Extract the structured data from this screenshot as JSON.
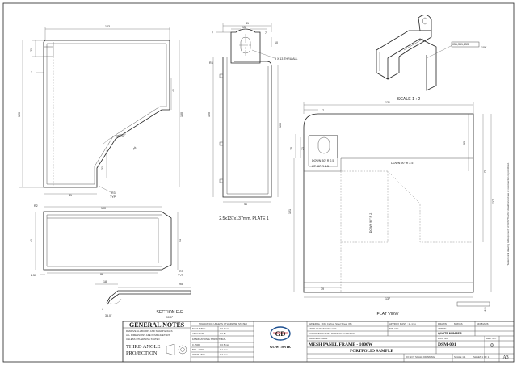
{
  "dims": {
    "d103": "103",
    "d21": "21",
    "d3a": "3",
    "d120a": "120",
    "d41a": "41",
    "d135": "135.0°",
    "d40": "40",
    "d31": "31",
    "d41b": "41",
    "r3typ_a_line1": "R3",
    "r3typ_a_line2": "TYP",
    "d100a": "100",
    "d41top": "41",
    "d7a": "7",
    "d15": "15",
    "d7b": "7",
    "d10": "10",
    "r3": "R3",
    "holes": "9 X 13 THRU ALL",
    "d120b": "120",
    "d100b": "100",
    "d41c": "41",
    "plate": "2.5x137x137mm, PLATE 1",
    "iso_id": "051,351,453",
    "iso_qty": "10X",
    "scale": "SCALE 1 : 2",
    "d131": "131",
    "d7c": "7",
    "d25": "25",
    "d21b": "21",
    "d39a": "39",
    "d75": "75",
    "d137a": "137",
    "d121": "121",
    "down_line1": "DOWN  30°  R 2.5",
    "up_line": "UP  30°  R 2.5",
    "down_h": "DOWN  90°  R 2.5",
    "down_v": "DOWN  90°  R 2",
    "d39b": "39",
    "d137b": "137",
    "d2_5": "2.5",
    "flat_view": "FLAT VIEW",
    "r2": "R2",
    "d100c": "100",
    "d41d": "41",
    "d41e": "41",
    "d96": "96",
    "d2_50": "2.50",
    "r3typ_b_line1": "R3",
    "r3typ_b_line2": "TYP",
    "d18": "18",
    "d95": "95",
    "d3b": "3",
    "d35": "35.0°",
    "d90": "90.0°",
    "section": "SECTION E-E"
  },
  "general_notes": {
    "title": "GENERAL NOTES",
    "lines": [
      "REMOVE ALL BURRS AND SHARP EDGES",
      "ALL DIMENSIONS ARE IN MILLIMETERS",
      "UNLESS OTHERWISE STATED"
    ],
    "projection_line1": "THIRD ANGLE",
    "projection_line2": "PROJECTION"
  },
  "tolerance": {
    "header": "TOLERANCE UNLESS OTHERWISE STATED",
    "rows": [
      [
        "MACHINING",
        "± 0.1mm"
      ],
      [
        "ANGULAR",
        "± 0.5°"
      ],
      [
        "FABRICATION & STRUCTURAL",
        ""
      ],
      [
        "0 - 500",
        "± 0.5 mm"
      ],
      [
        "500 - 1500",
        "± 1 mm"
      ],
      [
        "OVER 1500",
        "± 2 mm"
      ]
    ]
  },
  "logo": {
    "mark": "GD",
    "name": "GOWTHVIK"
  },
  "title_block": {
    "material": "MATERIAL : SS3 Carbon Steel Sheet (IS)",
    "approx_mass": "APPROX MASS : 11.1 kg",
    "finish": "FINISH:SAFETY YELLOW",
    "mtl_no": "MTL NO:",
    "customer": "CUSTOMER NAME : PORTFOLIO SAMPLE",
    "drawing_name_label": "DRAWING NAME:",
    "drawing_name": "MESH PANEL FRAME - 1000W",
    "project": "PORTFOLIO SAMPLE",
    "drawn_label": "DRAWN",
    "drawn": "MRKGS",
    "date": "04/08/2026",
    "apprvd_label": "APPVD:",
    "quote_label": "QUOTE NUMBER",
    "dwg_no_label": "DWG NO:",
    "dwg_no": "DSM-001",
    "rev_label": "REV. NO:",
    "rev": "0",
    "note_scale": "DO NOT SCALE DRAWING",
    "scale_val": "SCALE 1:1",
    "sheet": "SHEET 1 OF 1",
    "size": "A3"
  },
  "side_note": "The technical drawing is the property of GOWTHVIK. Unauthorized use or reproduction is prohibited."
}
